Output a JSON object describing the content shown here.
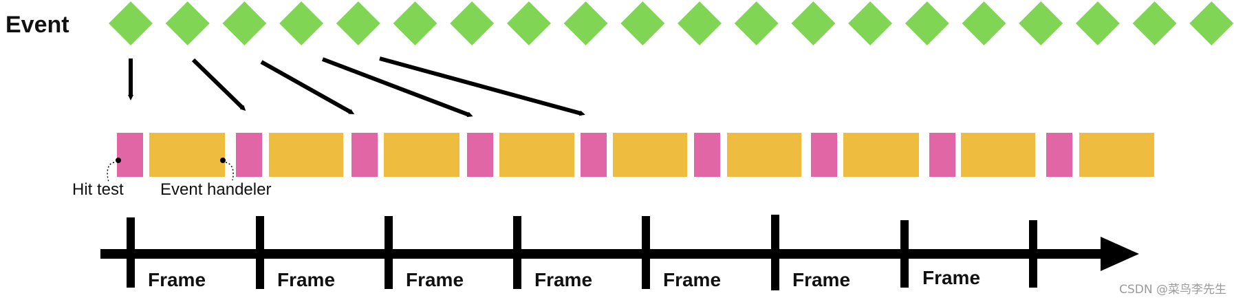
{
  "event_title": "Event",
  "labels": {
    "hit_test": "Hit test",
    "event_handler": "Event handeler"
  },
  "frame_label": "Frame",
  "watermark": "CSDN @菜鸟李先生",
  "colors": {
    "event_marker": "#80d654",
    "hit_test_block": "#e066a6",
    "handler_block": "#eebd3f",
    "line": "#000000"
  },
  "event_count": 20,
  "hit_test_block_count": 9,
  "handler_block_count": 9,
  "frame_count": 7,
  "delayed_arrow_count": 5
}
